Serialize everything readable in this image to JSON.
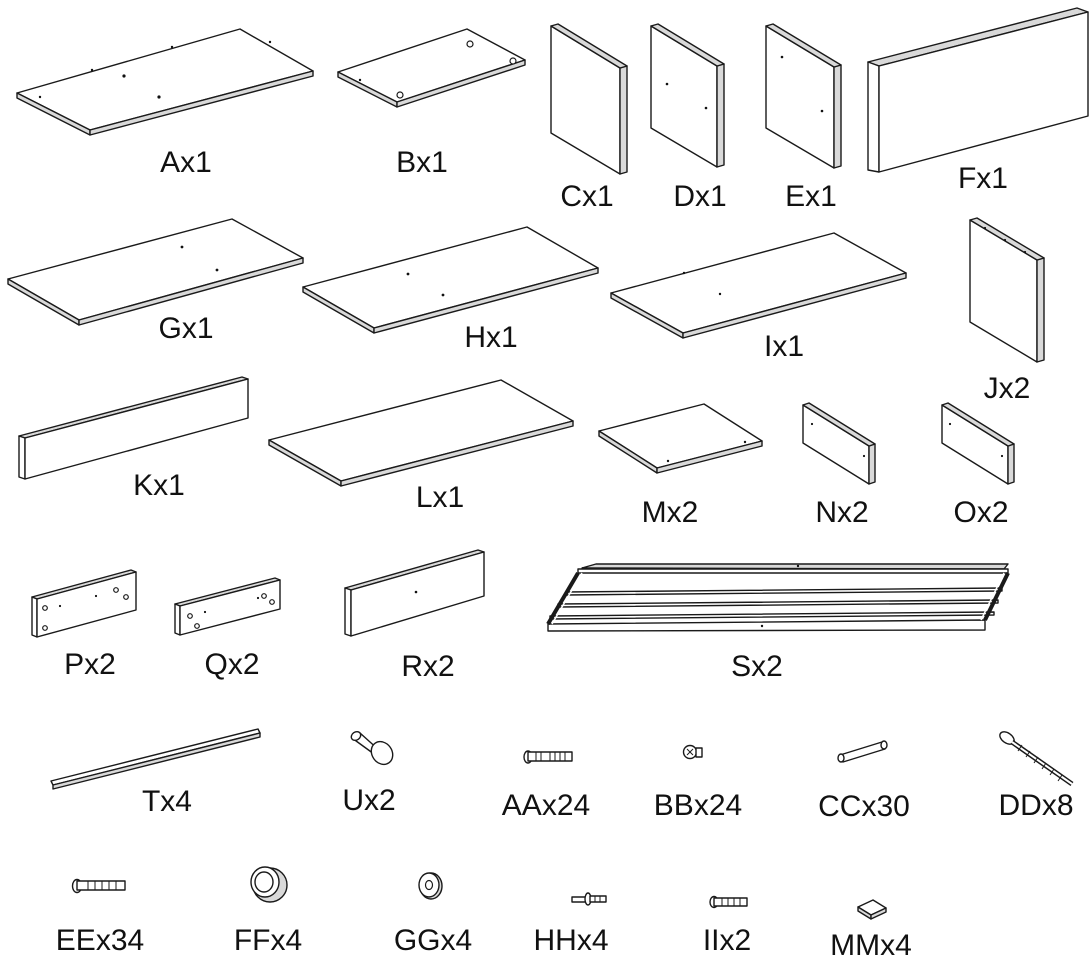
{
  "parts": [
    {
      "id": "A",
      "label": "Ax1"
    },
    {
      "id": "B",
      "label": "Bx1"
    },
    {
      "id": "C",
      "label": "Cx1"
    },
    {
      "id": "D",
      "label": "Dx1"
    },
    {
      "id": "E",
      "label": "Ex1"
    },
    {
      "id": "F",
      "label": "Fx1"
    },
    {
      "id": "G",
      "label": "Gx1"
    },
    {
      "id": "H",
      "label": "Hx1"
    },
    {
      "id": "I",
      "label": "Ix1"
    },
    {
      "id": "J",
      "label": "Jx2"
    },
    {
      "id": "K",
      "label": "Kx1"
    },
    {
      "id": "L",
      "label": "Lx1"
    },
    {
      "id": "M",
      "label": "Mx2"
    },
    {
      "id": "N",
      "label": "Nx2"
    },
    {
      "id": "O",
      "label": "Ox2"
    },
    {
      "id": "P",
      "label": "Px2"
    },
    {
      "id": "Q",
      "label": "Qx2"
    },
    {
      "id": "R",
      "label": "Rx2"
    },
    {
      "id": "S",
      "label": "Sx2"
    },
    {
      "id": "T",
      "label": "Tx4"
    },
    {
      "id": "U",
      "label": "Ux2"
    },
    {
      "id": "AA",
      "label": "AAx24"
    },
    {
      "id": "BB",
      "label": "BBx24"
    },
    {
      "id": "CC",
      "label": "CCx30"
    },
    {
      "id": "DD",
      "label": "DDx8"
    },
    {
      "id": "EE",
      "label": "EEx34"
    },
    {
      "id": "FF",
      "label": "FFx4"
    },
    {
      "id": "GG",
      "label": "GGx4"
    },
    {
      "id": "HH",
      "label": "HHx4"
    },
    {
      "id": "II",
      "label": "IIx2"
    },
    {
      "id": "MM",
      "label": "MMx4"
    }
  ]
}
